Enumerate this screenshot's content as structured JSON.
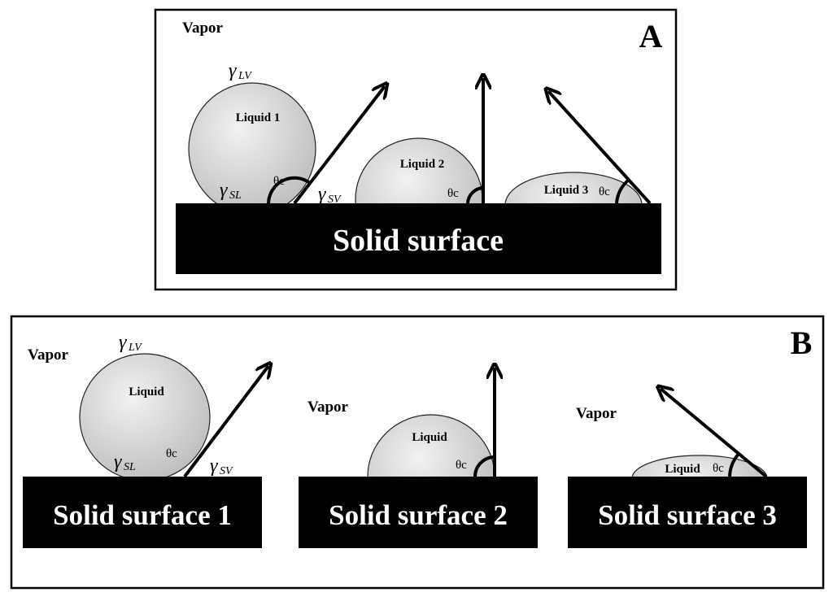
{
  "panel_a": {
    "letter": "A",
    "vapor": "Vapor",
    "gamma_lv": "LV",
    "gamma_sl": "SL",
    "gamma_sv": "SV",
    "liquid1": "Liquid 1",
    "liquid2": "Liquid 2",
    "liquid3": "Liquid 3",
    "theta": "θc",
    "surface": "Solid surface"
  },
  "panel_b": {
    "letter": "B",
    "vapor1": "Vapor",
    "vapor2": "Vapor",
    "vapor3": "Vapor",
    "gamma_lv": "LV",
    "gamma_sl": "SL",
    "gamma_sv": "SV",
    "liquid1": "Liquid",
    "liquid2": "Liquid",
    "liquid3": "Liquid",
    "theta": "θc",
    "surface1": "Solid surface 1",
    "surface2": "Solid surface 2",
    "surface3": "Solid surface 3"
  },
  "gamma_symbol": "γ"
}
